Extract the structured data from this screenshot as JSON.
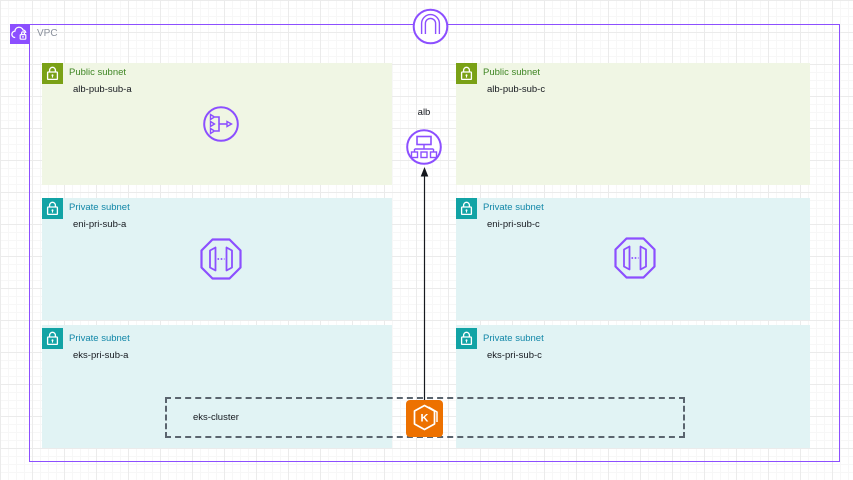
{
  "vpc": {
    "label": "VPC"
  },
  "gateway": {
    "icon": "internet-gateway-icon"
  },
  "alb": {
    "label": "alb",
    "icon": "application-load-balancer-icon"
  },
  "elb": {
    "icon": "elastic-load-balancer-icon"
  },
  "eni": {
    "icon": "elastic-network-interface-icon"
  },
  "eks_cluster": {
    "label": "eks-cluster",
    "icon": "eks-kubernetes-icon"
  },
  "subnets": {
    "pub_a": {
      "title": "Public subnet",
      "name": "alb-pub-sub-a"
    },
    "pub_c": {
      "title": "Public subnet",
      "name": "alb-pub-sub-c"
    },
    "eni_a": {
      "title": "Private subnet",
      "name": "eni-pri-sub-a"
    },
    "eni_c": {
      "title": "Private subnet",
      "name": "eni-pri-sub-c"
    },
    "eks_a": {
      "title": "Private subnet",
      "name": "eks-pri-sub-a"
    },
    "eks_c": {
      "title": "Private subnet",
      "name": "eks-pri-sub-c"
    }
  },
  "colors": {
    "vpc_purple": "#8C4FFF",
    "public_green": "#7AA116",
    "public_label": "#3F8624",
    "public_fill": "#F0F6E4",
    "private_teal": "#12A3A5",
    "private_label": "#1287A8",
    "private_fill": "#E1F3F4",
    "eks_orange": "#ED7100",
    "cluster_border_gray": "#5A646E",
    "arrow_black": "#16191F"
  }
}
